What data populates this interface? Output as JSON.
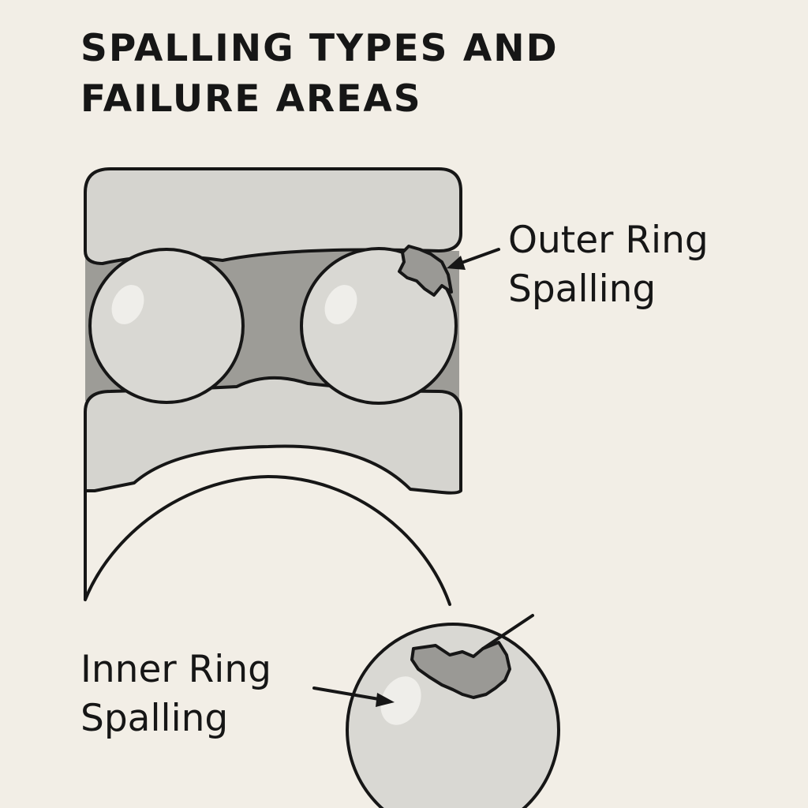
{
  "title": {
    "line1": "SPALLING TYPES AND",
    "line2": "FAILURE AREAS"
  },
  "labels": {
    "outer": {
      "line1": "Outer Ring",
      "line2": "Spalling"
    },
    "inner": {
      "line1": "Inner Ring",
      "line2": "Spalling"
    }
  },
  "colors": {
    "background": "#f2eee6",
    "ring": "#d5d4cf",
    "gap": "#9d9c97",
    "ball": "#d9d8d3",
    "highlight": "#efeeea",
    "spall": "#9a9995",
    "outline": "#161616"
  }
}
